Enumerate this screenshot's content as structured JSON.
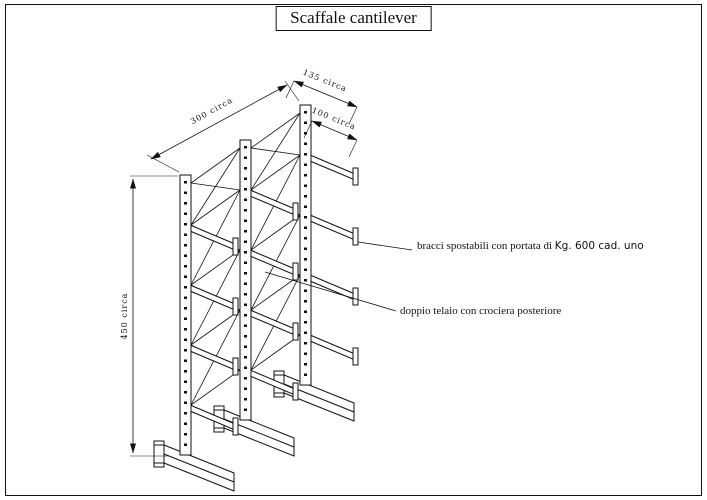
{
  "title": "Scaffale cantilever",
  "dimensions": {
    "height": "450 circa",
    "length": "300 circa",
    "depth": "135 circa",
    "arm_length": "100 circa"
  },
  "annotations": {
    "arms_text_1": "bracci spostabili con portata di ",
    "arms_text_2": "Kg. 600 cad. uno",
    "frame_text": "doppio telaio con crociera posteriore"
  },
  "colors": {
    "line": "#111111",
    "background": "#ffffff"
  }
}
